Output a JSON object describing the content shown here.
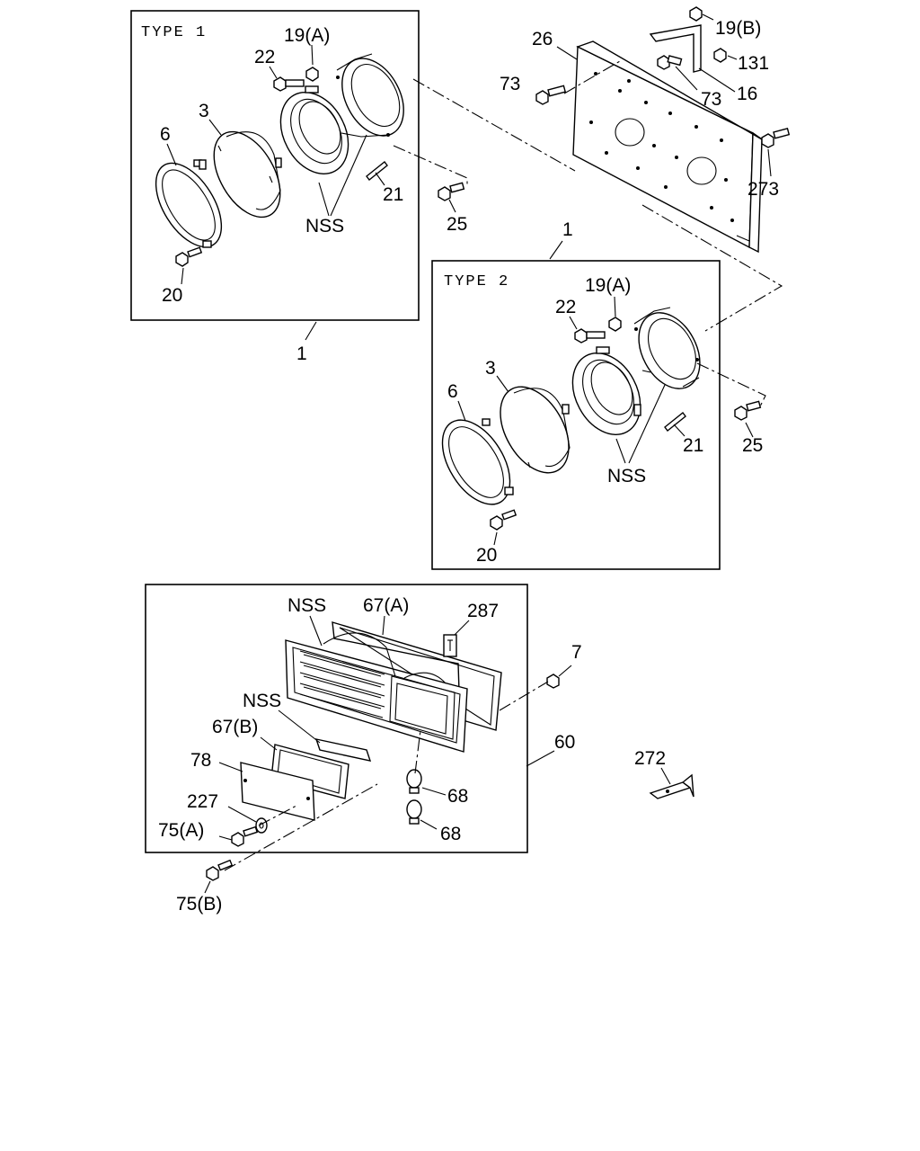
{
  "diagram": {
    "type1_title": "TYPE 1",
    "type2_title": "TYPE 2",
    "callouts": {
      "t1_6": "6",
      "t1_3": "3",
      "t1_22": "22",
      "t1_19a": "19(A)",
      "t1_nss": "NSS",
      "t1_21": "21",
      "t1_25": "25",
      "t1_20": "20",
      "t1_1": "1",
      "p_26": "26",
      "p_19b": "19(B)",
      "p_131": "131",
      "p_73a": "73",
      "p_73b": "73",
      "p_16": "16",
      "p_273": "273",
      "t2_1": "1",
      "t2_19a": "19(A)",
      "t2_22": "22",
      "t2_3": "3",
      "t2_6": "6",
      "t2_21": "21",
      "t2_25": "25",
      "t2_nss": "NSS",
      "t2_20": "20",
      "g_nss1": "NSS",
      "g_67a": "67(A)",
      "g_287": "287",
      "g_7": "7",
      "g_nss2": "NSS",
      "g_67b": "67(B)",
      "g_60": "60",
      "g_78": "78",
      "g_227": "227",
      "g_68a": "68",
      "g_68b": "68",
      "g_75a": "75(A)",
      "g_75b": "75(B)",
      "g_272": "272"
    }
  }
}
